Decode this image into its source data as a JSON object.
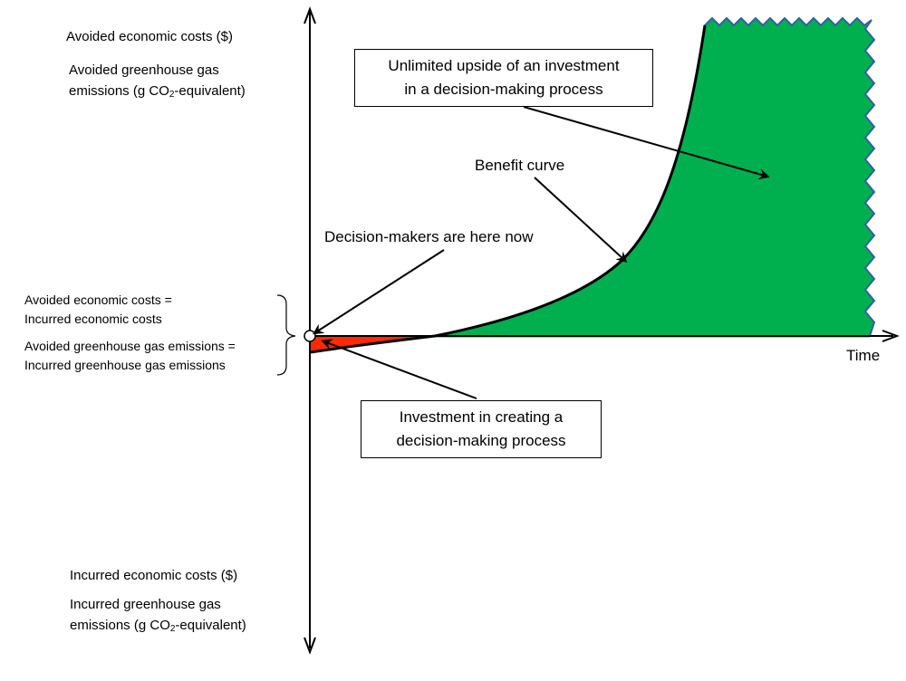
{
  "axis": {
    "top_label_1": "Avoided economic costs ($)",
    "top_label_2_a": "Avoided greenhouse gas",
    "top_label_2_b_pre": "emissions (g CO",
    "top_label_2_b_sub": "2",
    "top_label_2_b_post": "-equivalent)",
    "bottom_label_1": "Incurred economic costs ($)",
    "bottom_label_2_a": "Incurred greenhouse gas",
    "bottom_label_2_b_pre": "emissions (g CO",
    "bottom_label_2_b_sub": "2",
    "bottom_label_2_b_post": "-equivalent)",
    "time_label": "Time"
  },
  "breakeven": {
    "line_1": "Avoided economic costs =",
    "line_2": "Incurred economic costs",
    "line_3": "Avoided greenhouse gas emissions =",
    "line_4": "Incurred greenhouse gas emissions"
  },
  "callouts": {
    "upside_line_1": "Unlimited upside of an investment",
    "upside_line_2": "in a decision-making process",
    "benefit_curve": "Benefit curve",
    "here_now": "Decision-makers are here now",
    "investment_line_1": "Investment in creating a",
    "investment_line_2": "decision-making process"
  },
  "colors": {
    "benefit_area": "#00b04f",
    "investment_area": "#ff2a00",
    "jagged_edge": "#2f5fa8",
    "axis": "#000000"
  }
}
